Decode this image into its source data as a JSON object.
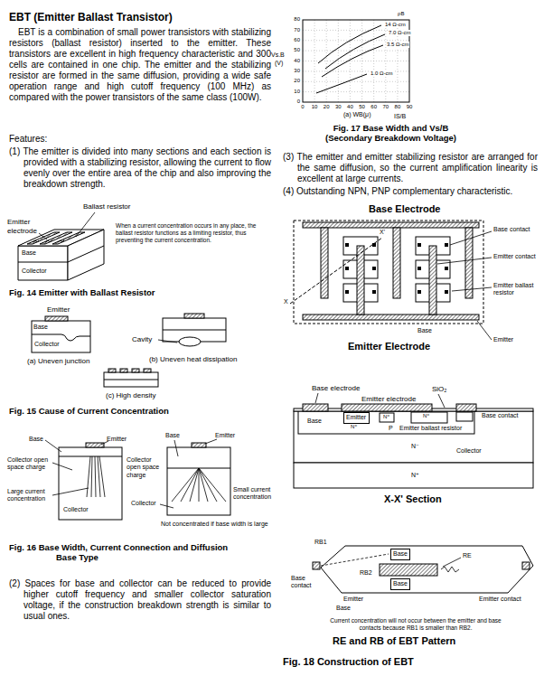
{
  "diagram": {
    "title": "EBT (Emitter Ballast Transistor)",
    "nodes": [
      {
        "text": [
          "Emitter"
        ]
      },
      {
        "text": [
          "Base"
        ]
      },
      {
        "text": [
          "Base"
        ]
      }
    ],
    "labels": [
      "EBT is a combination of small power transistors with stabilizing resistors (ballast resistor) inserted to the emitter. These transistors are excellent in high frequency characteristic and 300 cells are contained in one chip. The emitter and the stabilizing resistor are formed in the same diffusion, providing a wide safe operation range and high cutoff frequency (100 MHz) as compared with the power transistors of the same class (100W).",
      "Features:",
      "(1) The emitter is divided into many sections and each section is provided with a stabilizing resistor, allowing the current to flow evenly over the entire area of the chip and also improving the breakdown strength.",
      "Ballast resistor",
      "Emitter electrode",
      "Base",
      "Collector",
      "When a current concentration occurs in any place, the ballast resistor functions as a limiting resistor, thus preventing the current concentration.",
      "Fig. 14 Emitter with Ballast Resistor",
      "Emitter",
      "Base",
      "Collector",
      "(a) Uneven junction",
      "Cavity",
      "(b) Uneven heat dissipation",
      "(c) High density",
      "Fig. 15 Cause of Current Concentration",
      "Base",
      "Emitter",
      "Collector open space charge",
      "Large current concentration",
      "Collector",
      "Base",
      "Emitter",
      "Collector open space charge",
      "Collector",
      "Small current concentration",
      "Not concentrated if base width is large",
      "Fig. 16 Base Width, Current Connection and Diffusion Base Type",
      "(2) Spaces for base and collector can be reduced to provide higher cutoff frequency and smaller collector saturation voltage, if the construction breakdown strength is similar to usual ones.",
      "80",
      "70",
      "60",
      "50",
      "40",
      "30",
      "20",
      "10",
      "0",
      "0",
      "10",
      "20",
      "30",
      "40",
      "50",
      "60",
      "70",
      "80",
      "90",
      "Vs.B",
      "(V)",
      "ρB",
      "14 Ω-cm",
      "7.0 Ω-cm",
      "3.5 Ω-cm",
      "1.0 Ω-cm",
      "(a) WB(μ)",
      "IS/B",
      "Fig. 17 Base Width and Vs/B (Secondary Breakdown Voltage)",
      "(3) The emitter and emitter stabilizing resistor are arranged for the same diffusion, so the current amplification linearity is excellent at large currents.",
      "(4) Outstanding NPN, PNP complementary characteristic.",
      "Base Electrode",
      "Base contact",
      "Emitter contact",
      "Emitter ballast resistor",
      "X",
      "X'",
      "Base",
      "Emitter Electrode",
      "Emitter",
      "Base electrode",
      "SiO₂",
      "Emitter electrode",
      "Base",
      "N⁺",
      "N⁺",
      "N⁺",
      "Base contact",
      "P",
      "Emitter ballast resistor",
      "N⁻",
      "Collector",
      "N⁺",
      "X-X' Section",
      "RB1",
      "RE",
      "RB2",
      "Base contact",
      "Emitter",
      "Base",
      "Emitter contact",
      "Current concentration will not occur between the emitter and base contacts because RB1 is smaller than RB2.",
      "RE and RB of EBT Pattern",
      "Fig. 18 Construction of EBT"
    ]
  }
}
